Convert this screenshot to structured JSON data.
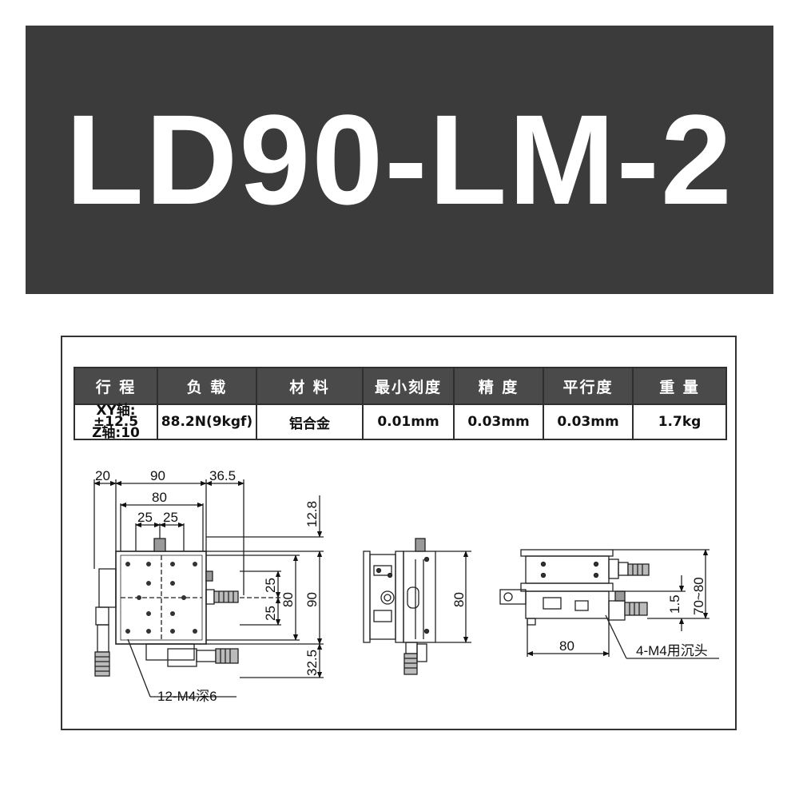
{
  "banner": {
    "title": "LD90-LM-2"
  },
  "spec_table": {
    "headers": [
      "行 程",
      "负 载",
      "材 料",
      "最小刻度",
      "精 度",
      "平行度",
      "重 量"
    ],
    "row": {
      "stroke_xy": "XY轴:±12.5",
      "stroke_z": "Z轴:10",
      "load": "88.2N(9kgf)",
      "material": "铝合金",
      "min_scale": "0.01mm",
      "accuracy": "0.03mm",
      "parallelism": "0.03mm",
      "weight": "1.7kg"
    }
  },
  "front_view": {
    "dim_20": "20",
    "dim_90": "90",
    "dim_36_5": "36.5",
    "dim_80": "80",
    "dim_25a": "25",
    "dim_25b": "25",
    "dim_12_8": "12.8",
    "dim_25_up": "25",
    "dim_25_down": "25",
    "dim_80_v": "80",
    "dim_90_v": "90",
    "dim_32_5": "32.5",
    "callout": "12-M4深6"
  },
  "side_view": {
    "dim_80": "80"
  },
  "rear_view": {
    "dim_70_80": "70~80",
    "dim_1_5": "1.5",
    "dim_80": "80",
    "callout": "4-M4用沉头"
  },
  "colors": {
    "banner_bg": "#3b3b3b",
    "header_bg": "#4a4a4a"
  }
}
